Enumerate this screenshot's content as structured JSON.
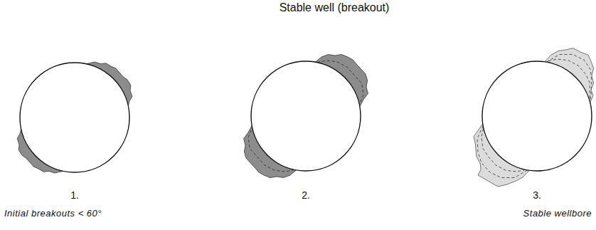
{
  "diagram": {
    "title": "Stable well (breakout)",
    "labels": [
      "1.",
      "2.",
      "3.",
      "Initial breakouts < 60°",
      "Stable wellbore"
    ]
  }
}
